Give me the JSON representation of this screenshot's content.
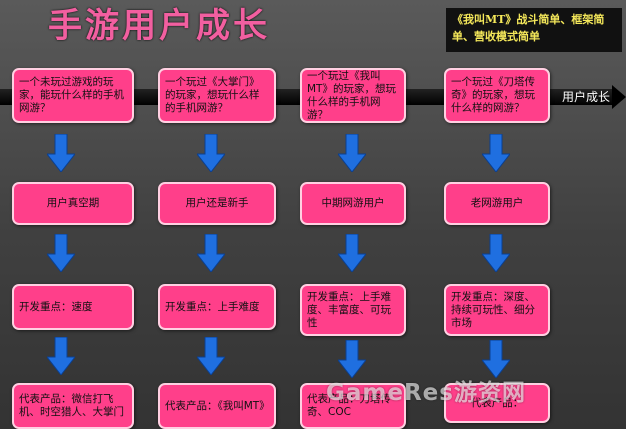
{
  "header": {
    "title": "手游用户成长",
    "summary": "《我叫MT》战斗简单、框架简单、营收模式简单"
  },
  "timeline": {
    "label": "用户成长"
  },
  "columns": [
    {
      "question": "一个未玩过游戏的玩家，能玩什么样的手机网游？",
      "stage": "用户真空期",
      "focus": "开发重点：速度",
      "products": "代表产品：微信打飞机、时空猎人、大掌门"
    },
    {
      "question": "一个玩过《大掌门》的玩家，想玩什么样的手机网游？",
      "stage": "用户还是新手",
      "focus": "开发重点：上手难度",
      "products": "代表产品：《我叫MT》"
    },
    {
      "question": "一个玩过《我叫MT》的玩家，想玩什么样的手机网游？",
      "stage": "中期网游用户",
      "focus": "开发重点：上手难度、丰富度、可玩性",
      "products": "代表产品：刀塔传奇、COC"
    },
    {
      "question": "一个玩过《刀塔传奇》的玩家，想玩什么样的网游？",
      "stage": "老网游用户",
      "focus": "开发重点：深度、持续可玩性、细分市场",
      "products": "代表产品："
    }
  ],
  "watermark": "GameRes游资网",
  "colors": {
    "box_fill": "#ff3f8a",
    "title": "#f25fa0",
    "arrow": "#1f6fe0",
    "summary_text": "#f5e85a"
  }
}
